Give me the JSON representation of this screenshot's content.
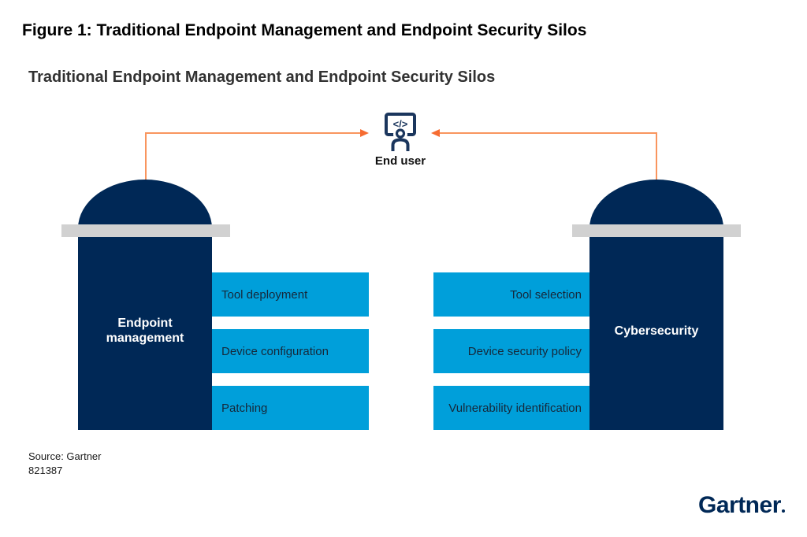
{
  "figure_title": "Figure 1: Traditional Endpoint Management and Endpoint Security Silos",
  "chart_title": "Traditional Endpoint Management and Endpoint Security Silos",
  "diagram": {
    "end_user": {
      "label": "End user",
      "icon": "monitor-code-user-icon"
    },
    "left_silo": {
      "label": "Endpoint management",
      "items": [
        "Tool deployment",
        "Device configuration",
        "Patching"
      ]
    },
    "right_silo": {
      "label": "Cybersecurity",
      "items": [
        "Tool selection",
        "Device security policy",
        "Vulnerability identification"
      ]
    }
  },
  "footer": {
    "source": "Source: Gartner",
    "doc_number": "821387",
    "logo": "Gartner"
  },
  "colors": {
    "silo_navy": "#002856",
    "bar_blue": "#009FDA",
    "gray_band": "#D1D1D1",
    "connector_line": "#F9955E",
    "connector_arrow": "#F66C31",
    "icon_navy": "#1B365D",
    "bar_text": "#16283A"
  }
}
